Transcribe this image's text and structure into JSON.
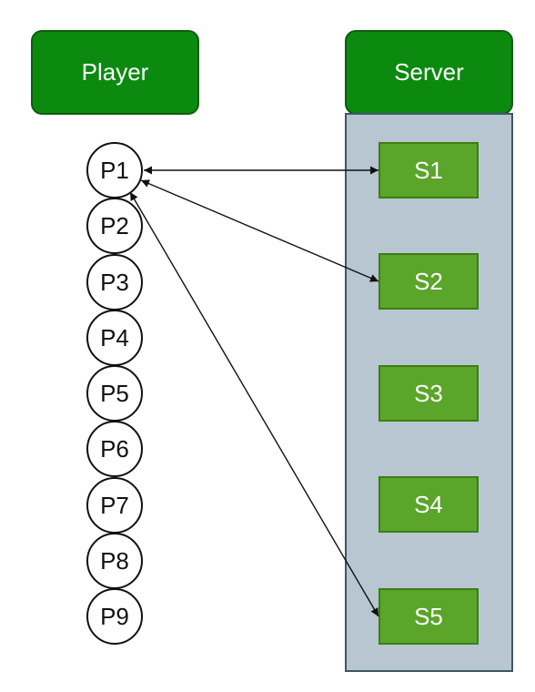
{
  "player_header": "Player",
  "server_header": "Server",
  "players": [
    {
      "id": "p1",
      "label": "P1"
    },
    {
      "id": "p2",
      "label": "P2"
    },
    {
      "id": "p3",
      "label": "P3"
    },
    {
      "id": "p4",
      "label": "P4"
    },
    {
      "id": "p5",
      "label": "P5"
    },
    {
      "id": "p6",
      "label": "P6"
    },
    {
      "id": "p7",
      "label": "P7"
    },
    {
      "id": "p8",
      "label": "P8"
    },
    {
      "id": "p9",
      "label": "P9"
    }
  ],
  "servers": [
    {
      "id": "s1",
      "label": "S1"
    },
    {
      "id": "s2",
      "label": "S2"
    },
    {
      "id": "s3",
      "label": "S3"
    },
    {
      "id": "s4",
      "label": "S4"
    },
    {
      "id": "s5",
      "label": "S5"
    }
  ],
  "connections": [
    {
      "from": "P1",
      "to": "S1",
      "bidirectional": true
    },
    {
      "from": "P1",
      "to": "S2",
      "bidirectional": true
    },
    {
      "from": "P1",
      "to": "S5",
      "bidirectional": true
    }
  ],
  "colors": {
    "header_fill": "#0b8a0f",
    "server_panel_fill": "#b7c6d1",
    "server_node_fill": "#5aa52a",
    "player_node_fill": "#ffffff",
    "arrow": "#111111"
  }
}
